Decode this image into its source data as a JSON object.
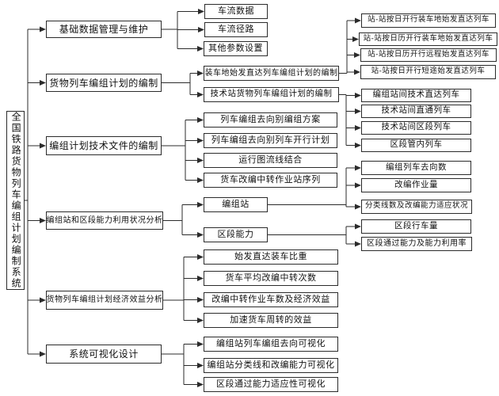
{
  "diagram": {
    "title": "全国铁路货物列车编组计划编制系统",
    "line_color": "#2b2b2b",
    "box_fill": "#ffffff",
    "text_color": "#111111",
    "nodes": [
      {
        "id": "root",
        "parent": null,
        "label": "全国铁路货物列车编组计划编制系统"
      },
      {
        "id": "b1",
        "parent": "root",
        "label": "基础数据管理与维护"
      },
      {
        "id": "c1",
        "parent": "b1",
        "label": "车流数据"
      },
      {
        "id": "c2",
        "parent": "b1",
        "label": "车流径路"
      },
      {
        "id": "c3",
        "parent": "b1",
        "label": "其他参数设置"
      },
      {
        "id": "b2",
        "parent": "root",
        "label": "货物列车编组计划的编制"
      },
      {
        "id": "c4",
        "parent": "b2",
        "label": "装车地始发直达列车编组计划的编制"
      },
      {
        "id": "d1",
        "parent": "c4",
        "label": "站-站按日开行装车地始发直达列车"
      },
      {
        "id": "d2",
        "parent": "c4",
        "label": "站-站按日历开行装车地始发直达列车"
      },
      {
        "id": "d3",
        "parent": "c4",
        "label": "站-站按日历开行远程始发直达列车"
      },
      {
        "id": "d4",
        "parent": "c4",
        "label": "站-站按日开行短途始发直达列车"
      },
      {
        "id": "c5",
        "parent": "b2",
        "label": "技术站货物列车编组计划的编制"
      },
      {
        "id": "d5",
        "parent": "c5",
        "label": "编组站间技术直达列车"
      },
      {
        "id": "d6",
        "parent": "c5",
        "label": "技术站间直通列车"
      },
      {
        "id": "d7",
        "parent": "c5",
        "label": "技术站间区段列车"
      },
      {
        "id": "d8",
        "parent": "c5",
        "label": "区段管内列车"
      },
      {
        "id": "b3",
        "parent": "root",
        "label": "编组计划技术文件的编制"
      },
      {
        "id": "c6",
        "parent": "b3",
        "label": "列车编组去向别编组方案"
      },
      {
        "id": "c7",
        "parent": "b3",
        "label": "列车编组去向别列车开行计划"
      },
      {
        "id": "c8",
        "parent": "b3",
        "label": "运行图流线结合"
      },
      {
        "id": "c9",
        "parent": "b3",
        "label": "货车改编中转作业站序列"
      },
      {
        "id": "b4",
        "parent": "root",
        "label": "编组站和区段能力利用状况分析"
      },
      {
        "id": "c10",
        "parent": "b4",
        "label": "编组站"
      },
      {
        "id": "d9",
        "parent": "c10",
        "label": "编组列车去向数"
      },
      {
        "id": "d10",
        "parent": "c10",
        "label": "改编作业量"
      },
      {
        "id": "d11",
        "parent": "c10",
        "label": "分类线数及改编能力适应状况"
      },
      {
        "id": "c11",
        "parent": "b4",
        "label": "区段能力"
      },
      {
        "id": "d12",
        "parent": "c11",
        "label": "区段行车量"
      },
      {
        "id": "d13",
        "parent": "c11",
        "label": "区段通过能力及能力利用率"
      },
      {
        "id": "b5",
        "parent": "root",
        "label": "货物列车编组计划经济效益分析"
      },
      {
        "id": "c12",
        "parent": "b5",
        "label": "始发直达装车比重"
      },
      {
        "id": "c13",
        "parent": "b5",
        "label": "货车平均改编中转次数"
      },
      {
        "id": "c14",
        "parent": "b5",
        "label": "改编中转作业车数及经济效益"
      },
      {
        "id": "c15",
        "parent": "b5",
        "label": "加速货车周转的效益"
      },
      {
        "id": "b6",
        "parent": "root",
        "label": "系统可视化设计"
      },
      {
        "id": "c16",
        "parent": "b6",
        "label": "编组站列车编组去向可视化"
      },
      {
        "id": "c17",
        "parent": "b6",
        "label": "编组站分类线和改编能力可视化"
      },
      {
        "id": "c18",
        "parent": "b6",
        "label": "区段通过能力适应性可视化"
      }
    ]
  }
}
